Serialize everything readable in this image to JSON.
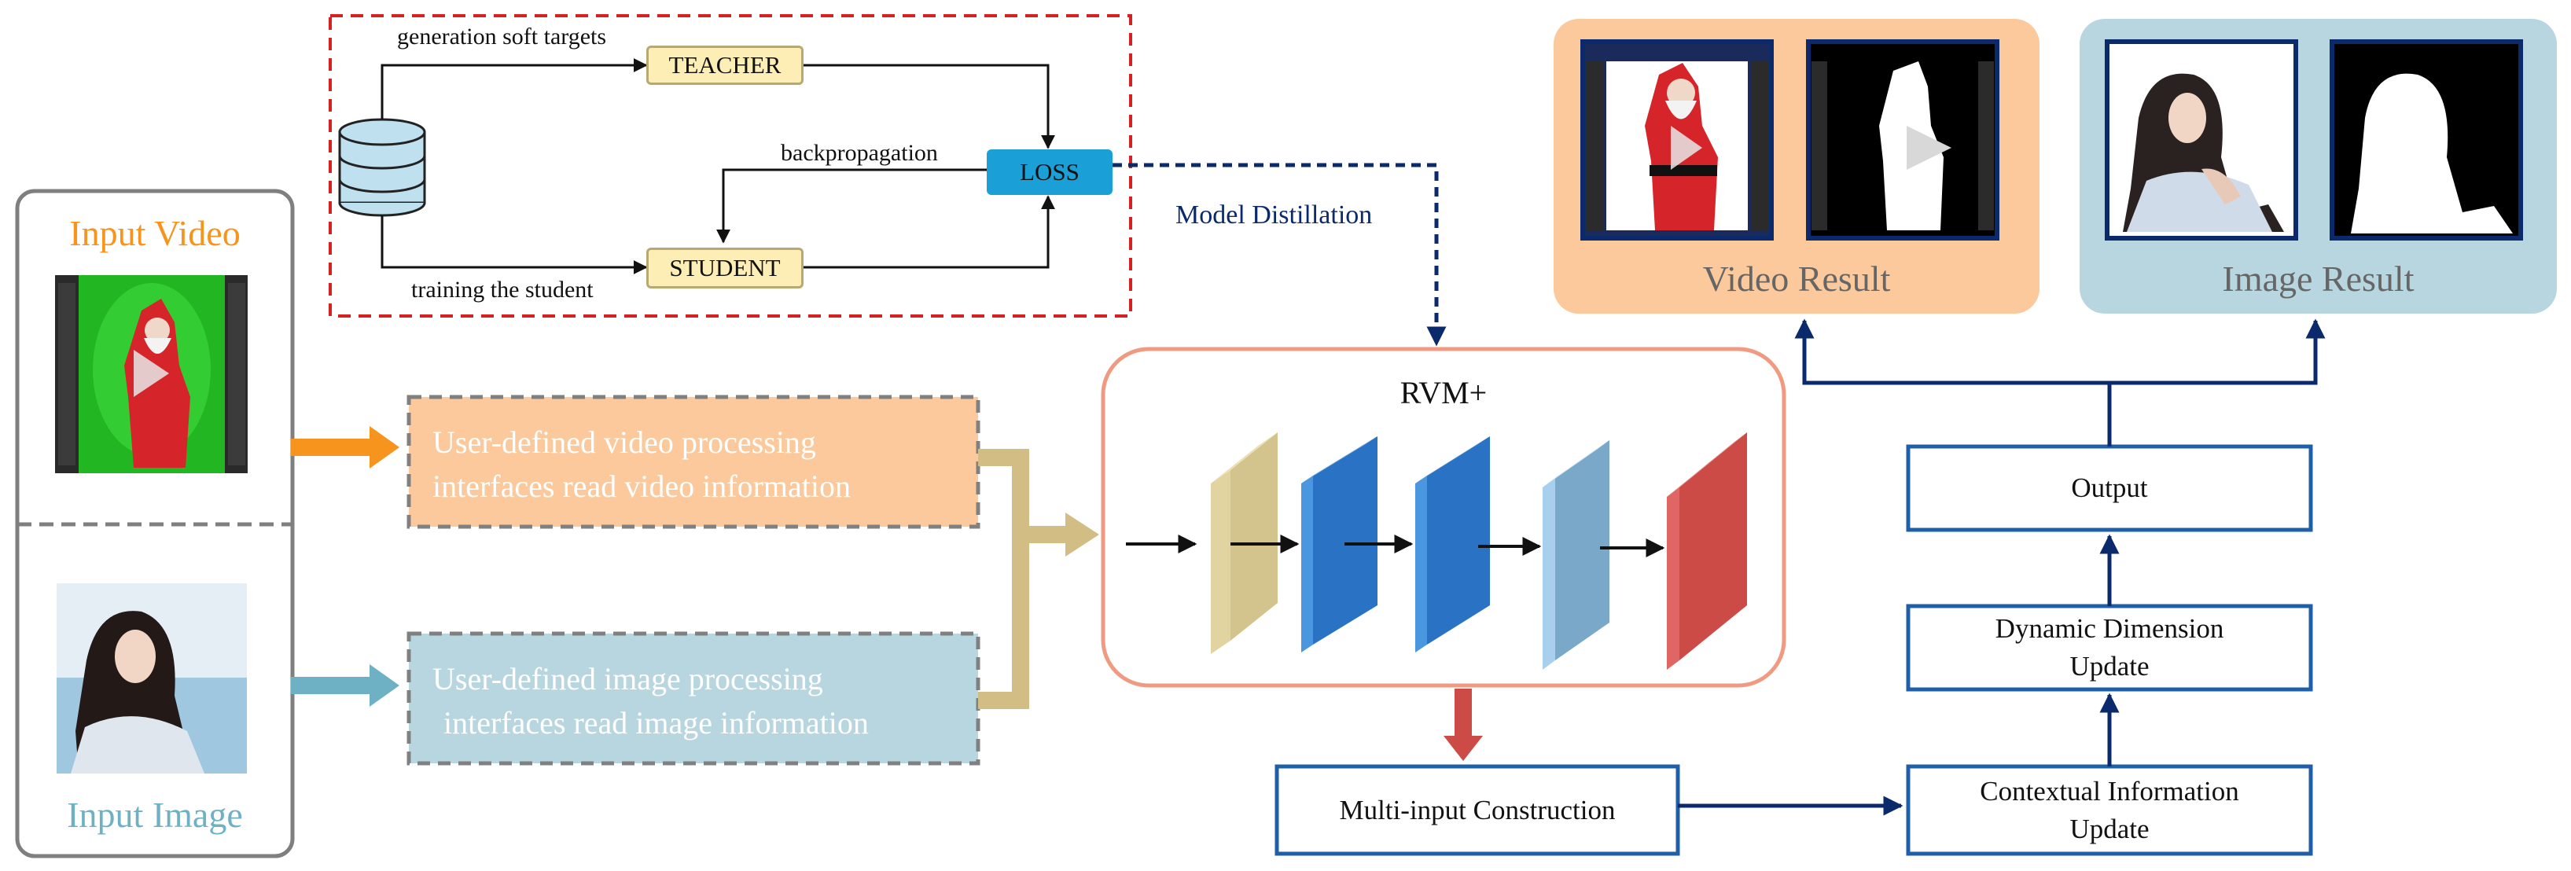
{
  "distillation": {
    "generation_label": "generation soft targets",
    "teacher": "TEACHER",
    "backprop_label": "backpropagation",
    "loss": "LOSS",
    "training_label": "training the student",
    "student": "STUDENT",
    "model_distillation": "Model Distillation"
  },
  "inputs": {
    "video_title": "Input Video",
    "image_title": "Input Image"
  },
  "interfaces": {
    "video_line1": "User-defined video processing",
    "video_line2": "interfaces read video information",
    "image_line1": "User-defined image processing",
    "image_line2": "interfaces read image information"
  },
  "model": {
    "name": "RVM+"
  },
  "pipeline": {
    "multi_input": "Multi-input Construction",
    "contextual_line1": "Contextual Information",
    "contextual_line2": "Update",
    "dynamic_line1": "Dynamic Dimension",
    "dynamic_line2": "Update",
    "output": "Output"
  },
  "results": {
    "video": "Video Result",
    "image": "Image Result"
  },
  "colors": {
    "navy": "#0b2a6b",
    "blue_box": "#1f5fa8",
    "orange": "#f7941d",
    "peach": "#fbc99b",
    "teal": "#6fb1c4",
    "light_teal": "#b8d6df",
    "tan": "#d2bd84",
    "red_dash": "#d72020",
    "red_arrow": "#cc4b47"
  }
}
